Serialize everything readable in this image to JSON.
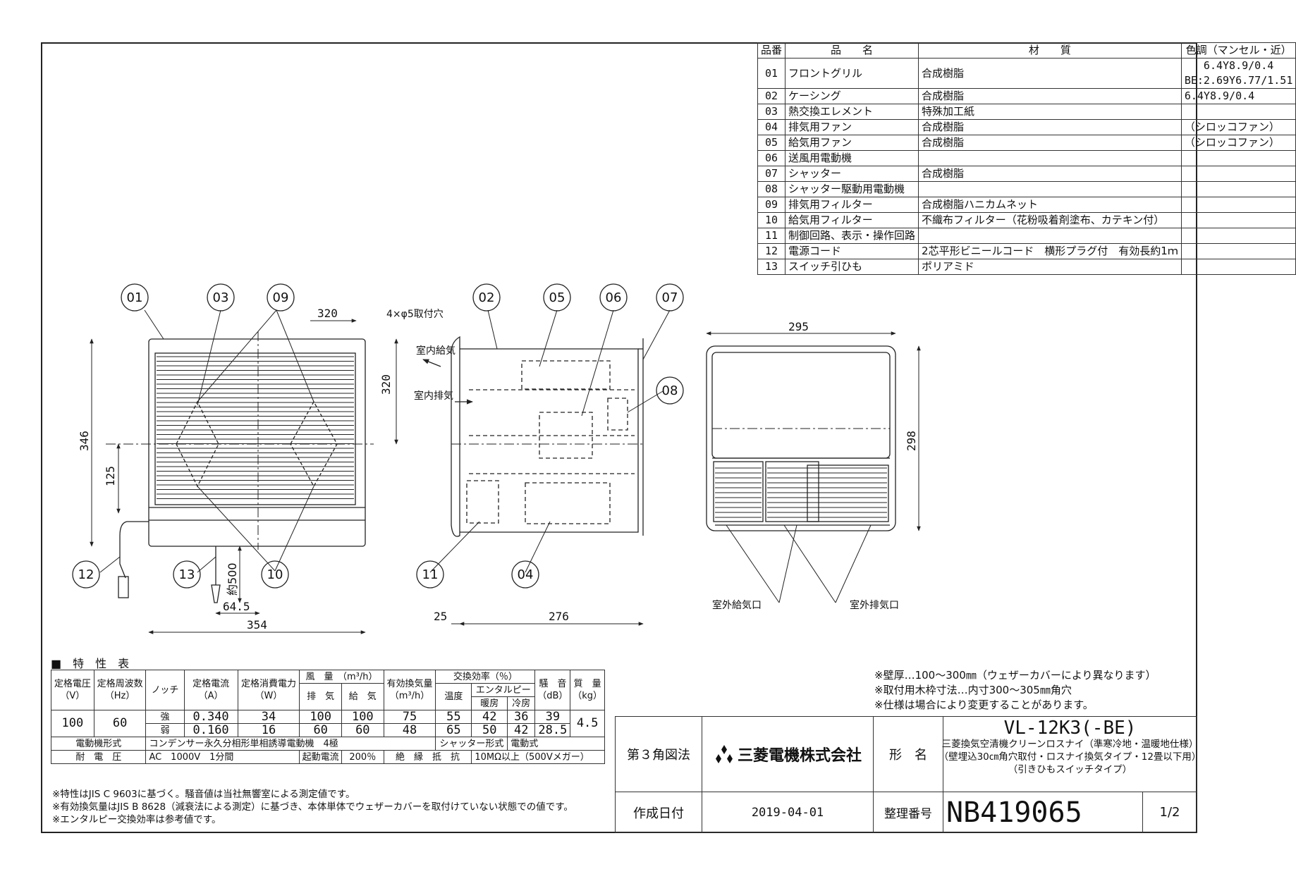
{
  "parts_table": {
    "headers": [
      "品番",
      "品　　名",
      "材　　質",
      "色調（マンセル・近）"
    ],
    "rows": [
      {
        "no": "01",
        "name": "フロントグリル",
        "material": "合成樹脂",
        "color": "6.4Y8.9/0.4",
        "color2": "BE:2.69Y6.77/1.51"
      },
      {
        "no": "02",
        "name": "ケーシング",
        "material": "合成樹脂",
        "color": "6.4Y8.9/0.4"
      },
      {
        "no": "03",
        "name": "熱交換エレメント",
        "material": "特殊加工紙",
        "color": ""
      },
      {
        "no": "04",
        "name": "排気用ファン",
        "material": "合成樹脂",
        "color": "（シロッコファン）"
      },
      {
        "no": "05",
        "name": "給気用ファン",
        "material": "合成樹脂",
        "color": "（シロッコファン）"
      },
      {
        "no": "06",
        "name": "送風用電動機",
        "material": "",
        "color": ""
      },
      {
        "no": "07",
        "name": "シャッター",
        "material": "合成樹脂",
        "color": ""
      },
      {
        "no": "08",
        "name": "シャッター駆動用電動機",
        "material": "",
        "color": ""
      },
      {
        "no": "09",
        "name": "排気用フィルター",
        "material": "合成樹脂ハニカムネット",
        "color": ""
      },
      {
        "no": "10",
        "name": "給気用フィルター",
        "material": "不織布フィルター（花粉吸着剤塗布、カテキン付）",
        "color": ""
      },
      {
        "no": "11",
        "name": "制御回路、表示・操作回路",
        "material": "",
        "color": ""
      },
      {
        "no": "12",
        "name": "電源コード",
        "material": "2芯平形ビニールコード　横形プラグ付　有効長約1ｍ",
        "color": ""
      },
      {
        "no": "13",
        "name": "スイッチ引ひも",
        "material": "ポリアミド",
        "color": ""
      }
    ]
  },
  "drawing": {
    "callouts": [
      "01",
      "03",
      "09",
      "02",
      "05",
      "06",
      "07",
      "08",
      "12",
      "13",
      "10",
      "11",
      "04"
    ],
    "dims": {
      "d320_top": "320",
      "holes": "4×φ5取付穴",
      "d320_side": "320",
      "d346": "346",
      "d125": "125",
      "d500": "約500",
      "d64_5": "64.5",
      "d354": "354",
      "d25": "25",
      "d276": "276",
      "d295": "295",
      "d298": "298"
    },
    "labels": {
      "indoor_supply": "室内給気",
      "indoor_exhaust": "室内排気",
      "outdoor_supply": "室外給気口",
      "outdoor_exhaust": "室外排気口"
    }
  },
  "spec": {
    "title": "■　特　性　表",
    "headers": {
      "voltage": "定格電圧",
      "voltage_unit": "（V）",
      "freq": "定格周波数",
      "freq_unit": "（Hz）",
      "notch": "ノッチ",
      "current": "定格電流",
      "current_unit": "（A）",
      "power": "定格消費電力",
      "power_unit": "（W）",
      "airflow": "風　量　（m³/h）",
      "exhaust": "排　気",
      "supply": "給　気",
      "effective": "有効換気量",
      "effective_unit": "（m³/h）",
      "efficiency": "交換効率（％）",
      "temp": "温度",
      "enthalpy": "エンタルピー",
      "heating": "暖房",
      "cooling": "冷房",
      "noise": "騒　音",
      "noise_unit": "（dB）",
      "mass": "質　量",
      "mass_unit": "（kg）"
    },
    "voltage": "100",
    "freq": "60",
    "mass": "4.5",
    "rows": [
      {
        "notch": "強",
        "current": "0.340",
        "power": "34",
        "exhaust": "100",
        "supply": "100",
        "effective": "75",
        "temp": "55",
        "heating": "42",
        "cooling": "36",
        "noise": "39"
      },
      {
        "notch": "弱",
        "current": "0.160",
        "power": "16",
        "exhaust": "60",
        "supply": "60",
        "effective": "48",
        "temp": "65",
        "heating": "50",
        "cooling": "42",
        "noise": "28.5"
      }
    ],
    "motor_label": "電動機形式",
    "motor_value": "コンデンサー永久分相形単相誘導電動機　4極",
    "shutter_label": "シャッター形式",
    "shutter_value": "電動式",
    "withstand_label": "耐　電　圧",
    "withstand_value": "AC　1000V　1分間",
    "start_label": "起動電流",
    "start_value": "200％",
    "insulation_label": "絶　縁　抵　抗",
    "insulation_value": "10MΩ以上（500Vメガー）"
  },
  "notes_left": [
    "※特性はJIS C 9603に基づく。騒音値は当社無響室による測定値です。",
    "※有効換気量はJIS B 8628（減衰法による測定）に基づき、本体単体でウェザーカバーを取付けていない状態での値です。",
    "※エンタルピー交換効率は参考値です。"
  ],
  "notes_right": [
    "※壁厚…100～300㎜（ウェザーカバーにより異なります）",
    "※取付用木枠寸法…内寸300～305㎜角穴",
    "※仕様は場合により変更することがあります。"
  ],
  "title_block": {
    "projection": "第３角図法",
    "company": "三菱電機株式会社",
    "model_label": "形　名",
    "model": "VL-12K3(-BE)",
    "desc1": "三菱換気空清機クリーンロスナイ（準寒冷地・温暖地仕様）",
    "desc2": "（壁埋込30㎝角穴取付・ロスナイ換気タイプ・12畳以下用）",
    "desc3": "（引きひもスイッチタイプ）",
    "date_label": "作成日付",
    "date": "2019-04-01",
    "number_label": "整理番号",
    "number": "NB419065",
    "page": "1/2"
  }
}
